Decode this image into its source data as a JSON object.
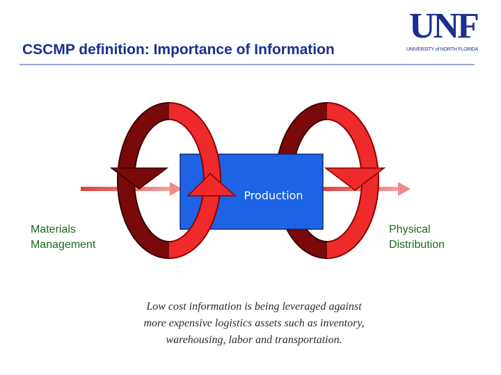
{
  "title": "CSCMP definition: Importance of Information",
  "logo": {
    "letters": "UNF",
    "subtitle": "UNIVERSITY of NORTH FLORIDA"
  },
  "diagram": {
    "center_box": "Production",
    "left_label_line1": "Materials",
    "left_label_line2": "Management",
    "right_label_line1": "Physical",
    "right_label_line2": "Distribution",
    "caption_line1": "Low cost information is being leveraged against",
    "caption_line2": "more expensive logistics assets such as inventory,",
    "caption_line3": "warehousing, labor and transportation."
  },
  "colors": {
    "title": "#1a2f8f",
    "box": "#1e62e6",
    "arrow_red": "#ee2a2a",
    "arrow_dark": "#7a0a0a",
    "labels": "#1a6a1a"
  }
}
